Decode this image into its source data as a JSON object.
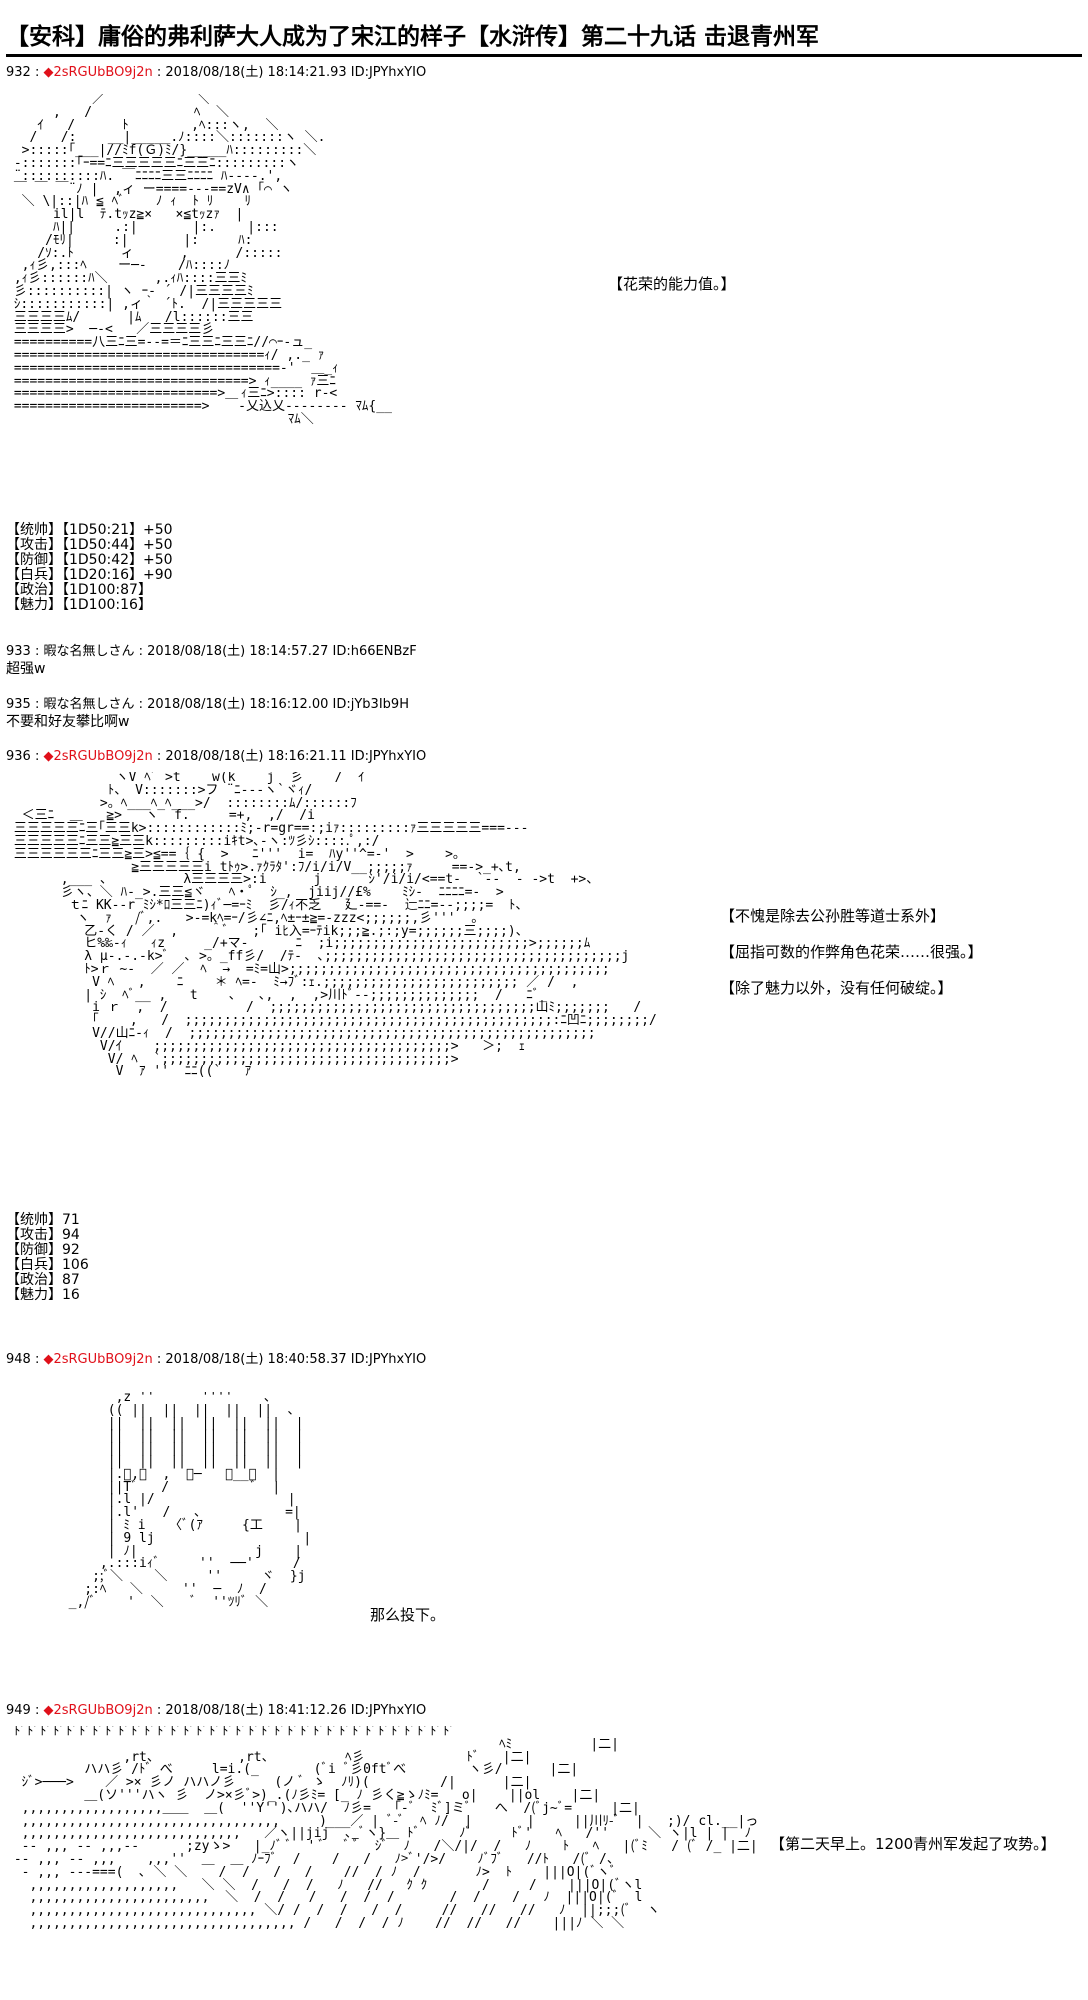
{
  "title": "【安科】庸俗的弗利萨大人成为了宋江的样子【水浒传】第二十九话 击退青州军",
  "posts": [
    {
      "num": "932 :",
      "name": "◆2sRGUbBO9j2n",
      "date": ": 2018/08/18(土) 18:14:21.93 ID:JPYhxYIO",
      "notes": [
        "【花荣的能力值。】"
      ],
      "stats": [
        "【统帅】【1D50:21】+50",
        "【攻击】【1D50:44】+50",
        "【防御】【1D50:42】+50",
        "【白兵】【1D20:16】+90",
        "【政治】【1D100:87】",
        "【魅力】【1D100:16】"
      ]
    },
    {
      "num": "933 :",
      "name": "暇な名無しさん",
      "date": ": 2018/08/18(土) 18:14:57.27 ID:h66ENBzF",
      "body": "超强w"
    },
    {
      "num": "935 :",
      "name": "暇な名無しさん",
      "date": ": 2018/08/18(土) 18:16:12.00 ID:jYb3Ib9H",
      "body": "不要和好友攀比啊w"
    },
    {
      "num": "936 :",
      "name": "◆2sRGUbBO9j2n",
      "date": ": 2018/08/18(土) 18:16:21.11 ID:JPYhxYIO",
      "notes": [
        "【不愧是除去公孙胜等道士系外】",
        "【屈指可数的作弊角色花荣……很强。】",
        "【除了魅力以外，没有任何破绽。】"
      ],
      "stats": [
        "【统帅】71",
        "【攻击】94",
        "【防御】92",
        "【白兵】106",
        "【政治】87",
        "【魅力】16"
      ]
    },
    {
      "num": "948 :",
      "name": "◆2sRGUbBO9j2n",
      "date": ": 2018/08/18(土) 18:40:58.37 ID:JPYhxYIO",
      "notes": [
        "那么投下。"
      ]
    },
    {
      "num": "949 :",
      "name": "◆2sRGUbBO9j2n",
      "date": ": 2018/08/18(土) 18:41:12.26 ID:JPYhxYIO",
      "notes": [
        "【第二天早上。1200青州军发起了攻势。】"
      ]
    }
  ],
  "art": {
    "aa1": "           ／         ￣ ＼\n      ,   /             ﾍ  ＼\n    ｲ   /      ﾄ        ,ﾍ:::ヽ,  ＼\n   /   /:    __|_____.ﾉ::::＼:::::::ヽ ＼.\n  >:::::｢___|//ﾐf(Ｇ)ﾐ/}_____ﾊ:::::::::＼\n ‐:::::::｢ｰ==ﾆ三三三三三ﾆ三三ﾆ:::::::::ヽ\n ¨::::::::::ﾊ. ￣ﾆﾆﾆﾆ三三ﾆﾆﾆﾆ ﾊ‐--‐.',\n ￣ ￣ ￣¨ﾉ |  ,ィ ー====-‐-==zV∧ ｢⌒ ヽ\n  ＼ \\|::|ﾊ ≦ ﾍﾞ    ﾉ ｨ  ﾄ ﾘ    ﾘ\n      il|l  ﾃ.tｯz≧×   ×≦tｯzｧ  |\n      ﾊ||     .:|       |:.    |:::\n     /ﾓﾘ|     :|       |:     ﾊ:\n    /ｿ:.ﾄ      ィ      ,      /:::::\n  ,ｨ彡,:::ﾍ    ー─‐    /ﾊ::::ﾉ\n ,ｨ彡::::::ﾊ＼      ,.ｨﾊ::::三三ﾐ\n 彡::::::::::| ヽ ｰ‐ ´ /|三三三三ﾐ\n ｼ:::::::::::| ,ィ｀ ´ﾄ.  /|三三三三三\n 三三三三ﾑ/      |ﾑ   /l::::::三三\n 三三三三>  ─‐<   ／三三三三彡\n ==========八三ﾆ三=-‐=＝ﾆ三三ﾆ三三ﾆ//⌒ｰ-ュ_\n ================================ｨ/ ,._ ｧ\n ==================================-'  ＿_ｨ\n ==============================> ｨ____ ｧ三ﾆ\n ==========================>  ｨ三ﾆ>:::: r-<\n ========================>  ￣-乂込乂-------- ﾏﾑ{__\n                                    ﾏﾑ＼",
    "aa2": "              ヽV ﾍﾞ >t    w(k    j  彡    /  ｲ\n             ﾄ、 V:::::::>フ ¨ﾆ-‐-ヽ`ヾｨ/\n            >。ﾍ___ﾍ_ﾍ___>/  ::::::::ﾑ/::::::ﾌ\n  ＜三ﾆ  ＿   ≧>   ヽ  f.     =+,  ,/  /i\n 三三三三三ﾆ三｢三三k>::::::::::::ﾐ;-r=gr==:;iｧ:::::::::ｧ三三三三三===---\n 三三三三三ﾆ三三≧三三k:::::::::iｷt>､-ヽ:ﾂ彡ｼ::::.ﾟ,:/\n 三三三三三三ﾆ三三≧三>≦==｛ {  >   ﾆ'''  i=  ﾊy''^=-'  >    >。\n                ≧三三三三三i tﾄｩ>.ｧｸﾗﾀ':ﾌ/i/i/V__;;;;;ｧ     ==->_+､t,\n       ,___ 、         λ三三三三>:i      j      ｼ'/i/i/<==t-  `--  - ->t  +>、\n       彡ヽ、＼ ﾊ-_>.三三≦ヾ   ﾍ・ﾟ  ｼ_,  jiij//£%    ﾐｼ-  ﾆﾆﾆﾆ=-  >\n        ｔﾆ KK--r ﾐｼ*ﾛ三三ﾆ)ｨﾞ─=ｰﾐ  彡/ｨ不乏   廴-==-  辷ﾆﾆ=--;;;;=  ﾄ、\n         ヽ  ｧ   /ﾞ,.   >-=kﾍ=ｰ/彡∠ﾆ,ﾍ±ｰ±≧=-zzz<;;;;;;,彡'''  。\n          乙-く / ／  ,    ＾ﾞ   ;｢ iﾋ入=ｰﾃik;;;≧.;:;y=;;;;;;三;;;;)、\n          ヒ%‰-ｨ   ｨz     _/+マ-      ﾆ  ;i;;;;;;;;;;;;;;;;;;;;;;;;;>;;;;;;ﾑ\n          λ μ-.-.-k>ﾞ  ､ >。_ff彡/  /ﾃ-  ､;;;;;;;;;;;;;;;;;;;;;;;;;;;;;;;;;;;;;;j\n          ﾄ>ｒ ~-  ／ ／  ﾍ  →  =ﾐ=山>;;;;;;;;;;;;;;;;;;;;;;;;;;;;;;;;;;;;;;;;;\n           V ﾍ   ,    ﾆ    ＊ ﾍ=-  ﾐ→ﾌﾞ:ｪ.;;;;;;;;;;;;;;;;;;;;;;;;; ／ /  ,\n          | ｼ  ﾍﾞ__ ,   t    ､   ､,  ,  ,>川ﾄﾞ--;;;;;;;;;;;;;;  /   ﾆﾞ_\n           i ｒ  ,  /          /  ;;;;;;;;;;;;;;;;;;;;;;;;;;;;;;;;;;山ﾐ;;;;;;;   /\n           ｢    ,   /  ;;;;;;;;;;;;;;;;;;;;;;;;;;;;;;;;;;;;;;;;;;;;;;;:ﾆ凹ﾆ;;;;;;;;/\n           V//山ﾆ-ｨ  /  ;;;;;;;;;;;;;;;;;;;;;;;;;;;;;;;;;;;;;;;;;;;;;;;;;;;;\n            V/ｲ    ;;;;;;;;;;;;;;;;;;;;;;;;;;;;;;;;;;;;;;>   ＞;  ｪ\n             V/ ﾍ  `;;;;;;;;;;;;;;;;;;;;;;;;;;;;;;;;;;;;;>\n              V  ｱ ''  ﾆﾆ((`   ｱ",
    "aa3": "              ,z ''￣￣￣ ''''    ､\n             (( ||  ||  ||  ||  ||  ､\n             ||  ||  ||  ||  ||  ||  |\n             ||  ||  ||  ||  ||  ||  |\n             ||  ||  ||  ||  ||  ||  |\n             ||  ||  ||  ||  ||  ||  |\n             |.ﾞ,ﾞ  ,  ー─   ﾟ__ﾞ  |\n             ||Tﾞ   /           ﾞ  |\n             |.l |/                 |\n             |.l'   /   、          =|\n             | ﾐ i   〈ﾞ(ｱ     {工    |\n             | 9 lj                   |\n             | ﾉ|               j    |\n            ,.:::iｨﾞ     ''  ──'     /\n           ;;ﾞ＼    ＼     ''     ヾ  }j\n          ;:ﾍ   ＼     ''  ─  ﾉ  /\n        _,/ﾞ    '  ＼    ﾞ  ''ﾂﾘﾞ ＼",
    "aa4": " ﾄﾞﾄﾞﾄﾞﾄﾞﾄﾞﾄﾞﾄﾞﾄﾞﾄﾞﾄﾞﾄﾞﾄﾞﾄﾞﾄﾞﾄﾞﾄﾞﾄﾞﾄﾞﾄﾞﾄﾞﾄﾞﾄﾞﾄﾞﾄﾞﾄﾞﾄﾞﾄﾞﾄﾞﾄﾞﾄﾞﾄﾞﾄﾞﾄﾞﾄﾞ\n                                                               ﾍﾐ          |二|\n               ,rt、          ,rt、         ﾍ彡             ﾄﾞ   |二|\n          ハハ彡 /ﾄﾞ べ     l=i.(_       (ﾞi ﾞ彡0ftﾞべ        ヽ彡/      |二|\n  ｼﾞ>───>    ／ >× 彡ノ ハハノ彡     (ノ ﾞ ゝ  ﾉﾘ)(         /|      |二|\n          ＿(ソ'''ハヽ 彡  ノ>×彡ﾞ>)_.(ﾉ彡ﾐ= [_ ﾉ 彡く≧ゝﾉﾐ=   o|    ||ol    |二|\n  ,,,,,,,,,,,,,,,,,,＿＿  ＿(  ''Y'')､ハハ/  ﾉ彡=   ｢-ﾞ  ﾐﾞ]ミﾞ   へ  /(ﾞj~ﾞ=     |二|\n  ,,,,,,,,,,,,,,,,,,,,,,,,,,,,,,,,,     )___／ | ﾞ-ﾞ  ﾍ ﾉ/  |       |     ||川ﾘ-ﾞ  |   ;)/ cl.__|っ  へ    |二|\n  ,,,,,,,,,,,,,,,,,,,,,,,,,,,,   ／ヽ||jij  ､_ﾞヽ}＿ ﾄﾞ     ﾉﾞ     ﾄﾞ'   ﾍ   /''     ＼ ヽ|l | |  ﾉ       |二|\n  -- ,,, -- ,,,--      ;zyゝ>   |_ﾉﾞ ﾞ  ' ﾞ   ﾞ ﾞ  ｼﾞ  ﾉ   /＼/|/  /   ﾉ    ﾄ   ﾍ   |(ﾞﾐ   / (ﾞ /_ |二|\n -- ,,, -- ,,,    ,,,''  ＿  ＿ ﾉｰﾌﾞ  /    /   /   ﾉ>ﾞ'/>/    ﾉﾞﾌﾞ   //ﾄ   /(ﾞ /、\n  - ,,, ---===(  ､ ＼ ＼    /  /   /   /    //  / ﾉ  /       ﾉ>  ﾄ    |||O|(ﾞヽﾞ\n   ,,,,,,,,,,,,,,,,,,,   ＼ ＼  /   /  /   ﾉ   //   ｸ ｸ       /     /    |||O|(ﾞヽl\n   ,,,,,,,,,,,,,,,,,,,,,,,  ＼  /  /   /   /  /  /       /  /    /   ﾉ  |||O|(ﾞ  l\n   ,,,,,,,,,,,,,,,,,,,,,,,,,,,,, ＼/ /  /  /   /  /     //   //   //   ﾉ  ||;;;(ﾞ  ヽ\n   ,,,,,,,,,,,,,,,,,,,,,,,,,,,,,,,,,, /   /  /  / ﾉ    //  //   //    |||ﾉ ＼ ＼"
  }
}
